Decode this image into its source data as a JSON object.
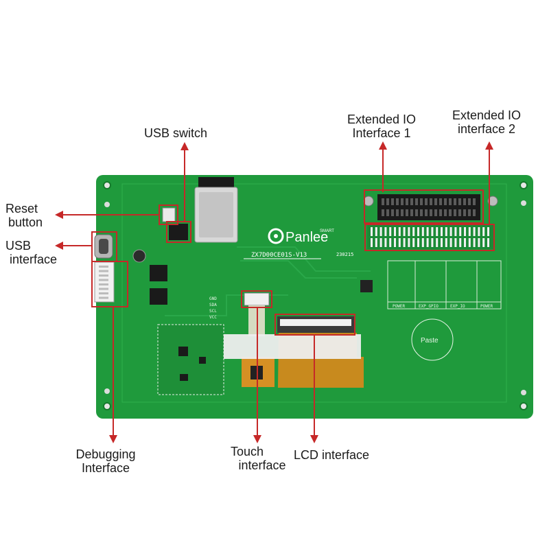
{
  "board": {
    "brand": "Panlee",
    "brand_small": "SMART",
    "model": "ZX7D00CE01S-V13",
    "date_code": "230215",
    "paste_label": "Paste",
    "silk_pin_labels": [
      "GND",
      "SDA",
      "SCL",
      "VCC"
    ],
    "table_footer": [
      "POWER",
      "EXP_GPIO",
      "EXP_IO",
      "POWER"
    ]
  },
  "callouts": {
    "usb_switch": "USB switch",
    "ext_io_1_line1": "Extended IO",
    "ext_io_1_line2": "Interface 1",
    "ext_io_2_line1": "Extended IO",
    "ext_io_2_line2": "interface 2",
    "reset_line1": "Reset",
    "reset_line2": "button",
    "usb_if_line1": "USB",
    "usb_if_line2": "interface",
    "debug_line1": "Debugging",
    "debug_line2": "Interface",
    "touch_line1": "Touch",
    "touch_line2": "interface",
    "lcd": "LCD interface"
  },
  "colors": {
    "pcb_green": "#1f9a3c",
    "pcb_dark": "#157a2c",
    "callout_red": "#c62828",
    "header_black": "#1a1a1a"
  }
}
